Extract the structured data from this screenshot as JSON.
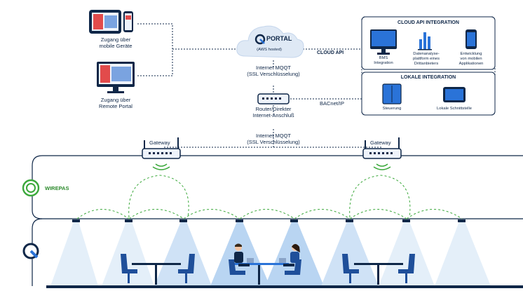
{
  "access": {
    "mobile": [
      "Zugang über",
      "mobile Geräte"
    ],
    "remote": [
      "Zugang über",
      "Remote Portal"
    ]
  },
  "portal": {
    "name": "PORTAL",
    "hosting": "(AWS hosted)"
  },
  "link_top": [
    "Internet MQQT",
    "(SSL Verschlüsselung)"
  ],
  "link_bottom": [
    "Internet MQQT",
    "(SSL Verschlüsselung)"
  ],
  "router": [
    "Router/Direkter",
    "Internet-Anschluß"
  ],
  "cloud_api_label": "CLOUD API",
  "bacnet_label": "BACnet/IP",
  "cloud_integration": {
    "title": "CLOUD API INTEGRATION",
    "items": [
      [
        "BMS",
        "Integration"
      ],
      [
        "Datenanalyse-",
        "plattform eines",
        "Drittanbieters"
      ],
      [
        "Entwicklung",
        "von mobilen",
        "Applikationen"
      ]
    ]
  },
  "local_integration": {
    "title": "LOKALE INTEGRATION",
    "items": [
      "Steuerung",
      "Lokale Schnittstelle"
    ]
  },
  "gateways": [
    "Gateway",
    "Gateway"
  ],
  "wirepas": "WIREPAS",
  "colors": {
    "navy": "#0f2748",
    "blue": "#2a73d8",
    "light_blue": "#cfe3f7",
    "green": "#2e8b2e",
    "cloud": "#dfe9f5"
  }
}
